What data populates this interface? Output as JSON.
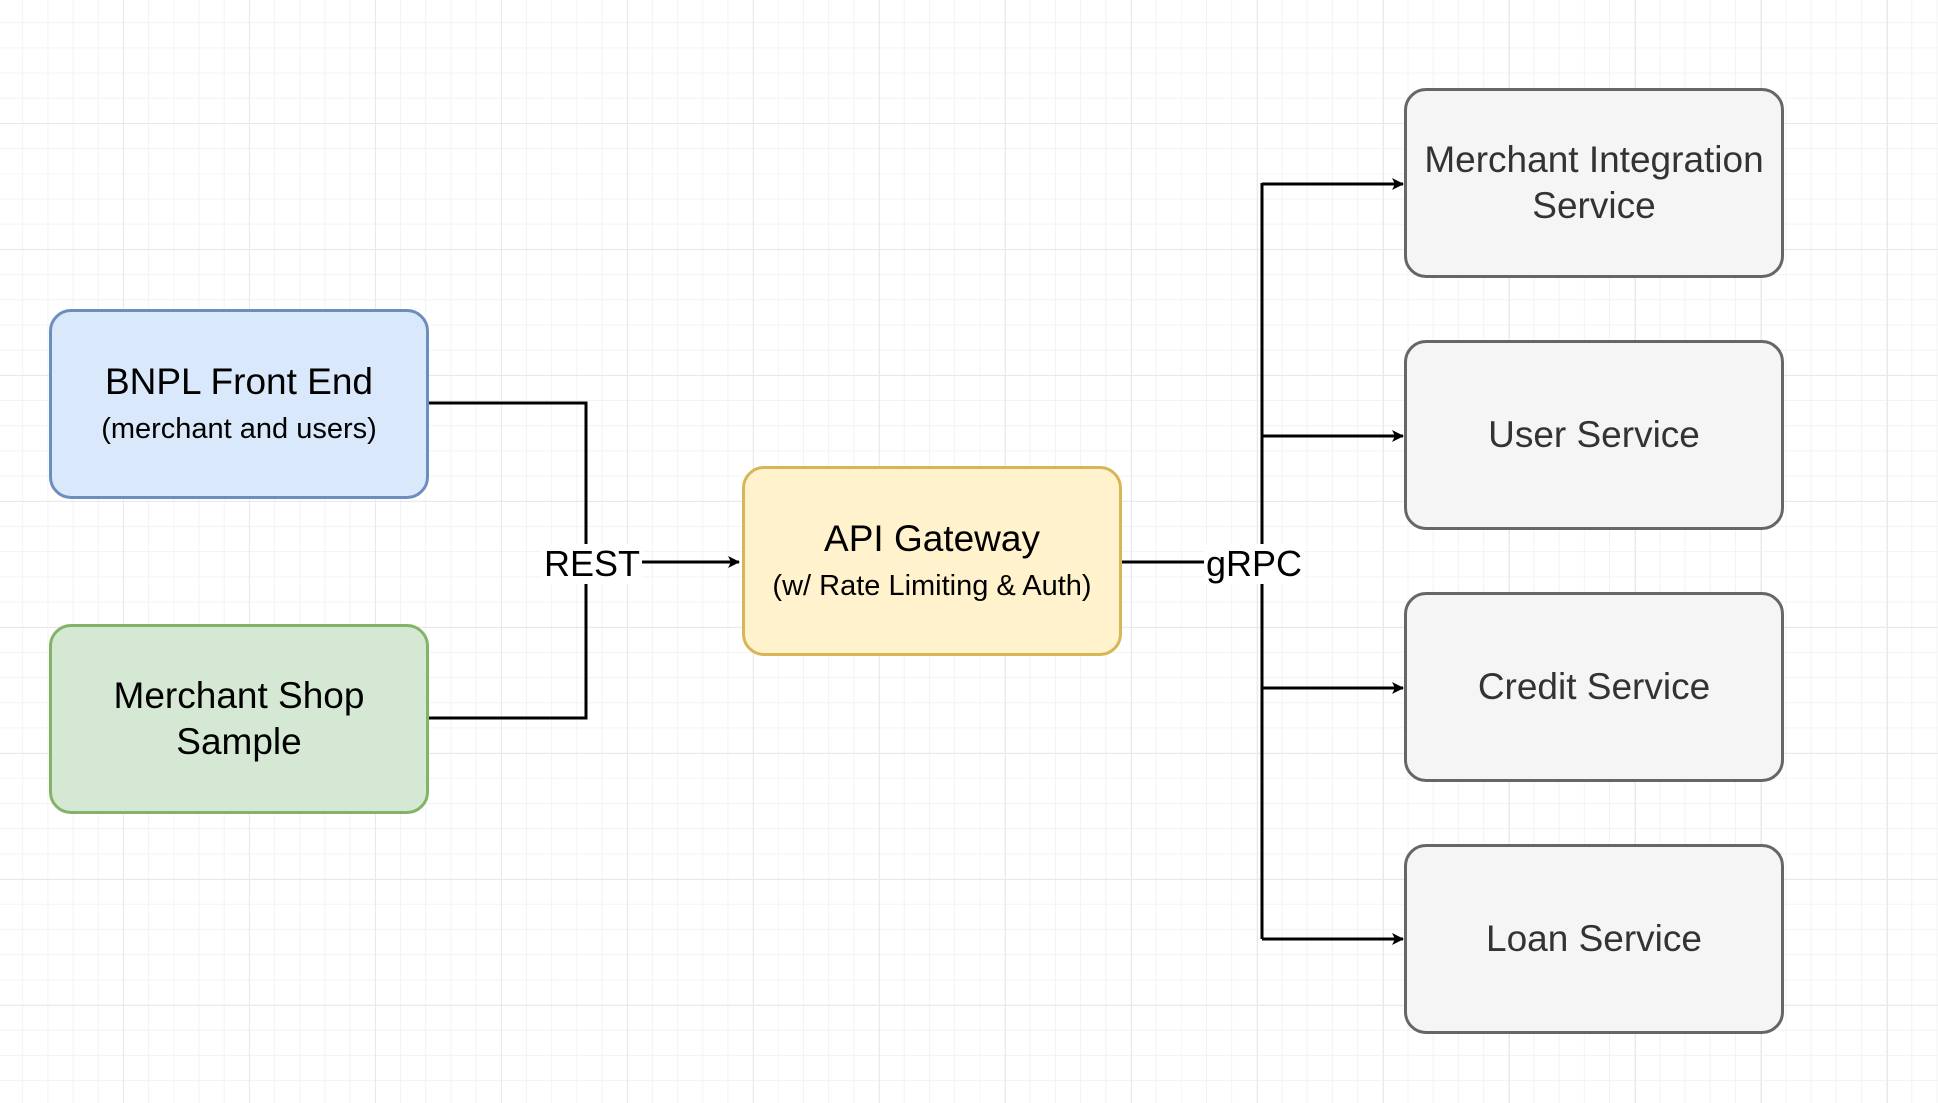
{
  "colors": {
    "frontend_fill": "#dae8fc",
    "frontend_border": "#6c8ebf",
    "shop_fill": "#d5e8d4",
    "shop_border": "#82b366",
    "gateway_fill": "#fff2cc",
    "gateway_border": "#d6b656",
    "service_fill": "#f5f5f5",
    "service_border": "#666666",
    "edge": "#000000"
  },
  "nodes": {
    "frontend": {
      "title": "BNPL Front End",
      "subtitle": "(merchant and users)"
    },
    "shop": {
      "title_line1": "Merchant Shop",
      "title_line2": "Sample"
    },
    "gateway": {
      "title": "API Gateway",
      "subtitle": "(w/ Rate Limiting & Auth)"
    },
    "services": {
      "merchant_integration": {
        "line1": "Merchant Integration",
        "line2": "Service"
      },
      "user": {
        "label": "User Service"
      },
      "credit": {
        "label": "Credit Service"
      },
      "loan": {
        "label": "Loan Service"
      }
    }
  },
  "edges": {
    "rest_label": "REST",
    "grpc_label": "gRPC"
  }
}
